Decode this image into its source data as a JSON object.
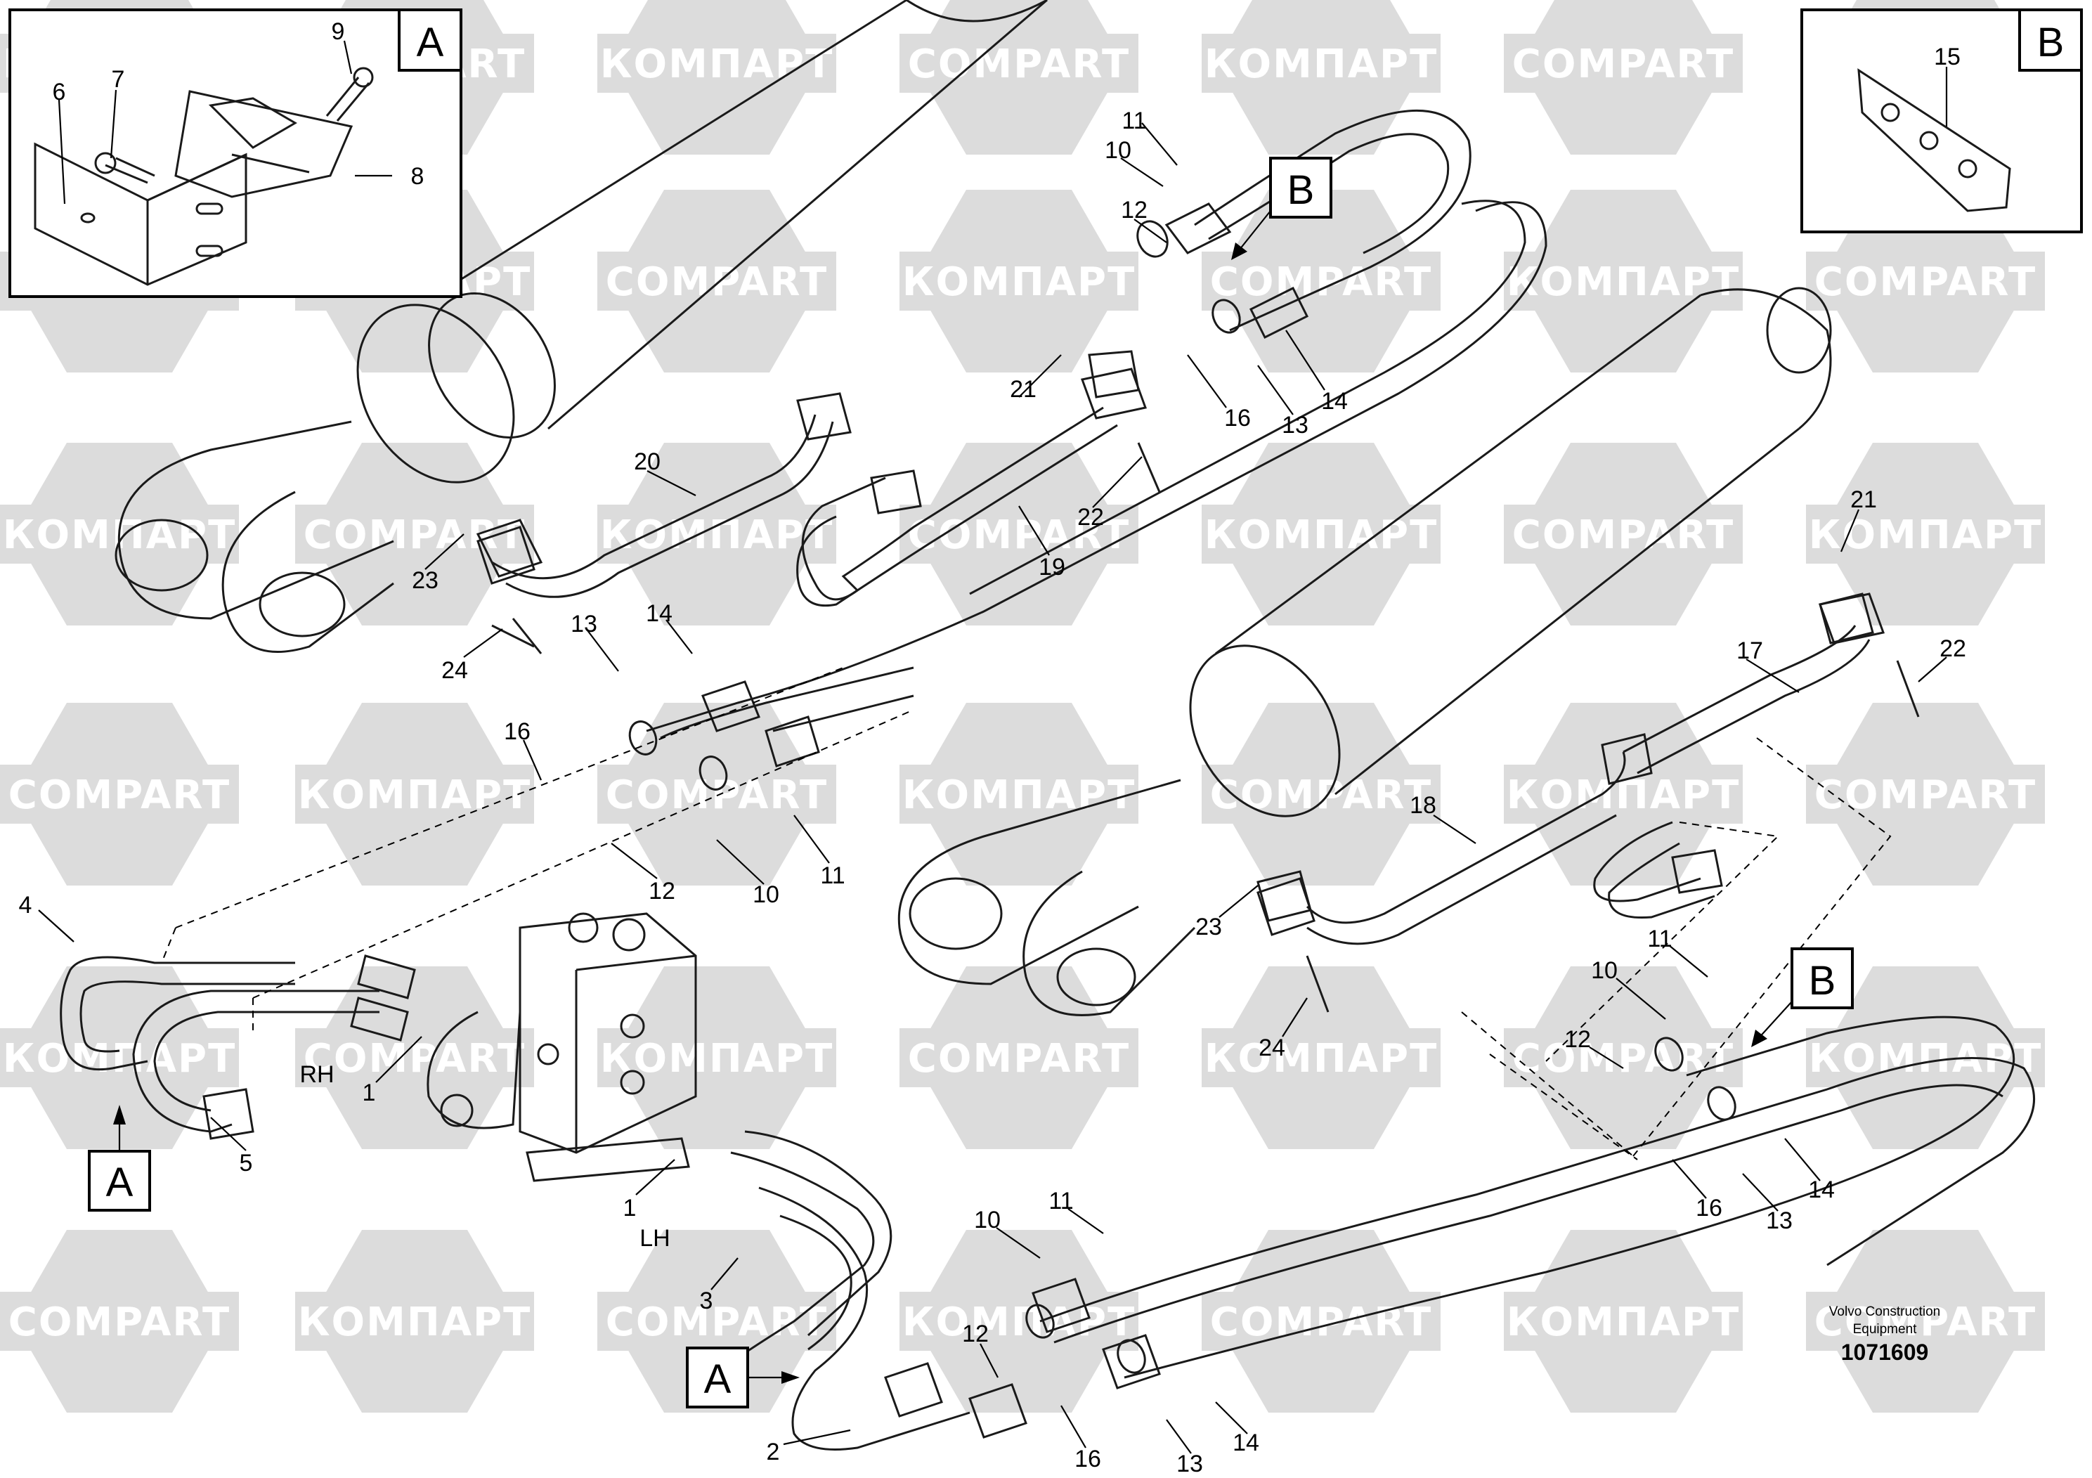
{
  "watermark": {
    "text_latin": "COMPART",
    "text_cyrillic": "КОМПАРТ",
    "color": "#dcdcdc"
  },
  "detail_views": [
    {
      "letter": "A",
      "callouts": [
        "6",
        "7",
        "8",
        "9"
      ]
    },
    {
      "letter": "B",
      "callouts": [
        "15"
      ]
    }
  ],
  "view_markers": [
    "B",
    "B",
    "A",
    "A"
  ],
  "side_labels": {
    "right": "RH",
    "left": "LH"
  },
  "callouts": [
    "20",
    "21",
    "23",
    "24",
    "19",
    "22",
    "16",
    "13",
    "14",
    "12",
    "10",
    "11",
    "13",
    "14",
    "16",
    "12",
    "11",
    "10",
    "4",
    "5",
    "1",
    "1",
    "3",
    "2",
    "17",
    "21",
    "22",
    "18",
    "23",
    "24",
    "11",
    "10",
    "12",
    "16",
    "13",
    "14",
    "11",
    "10",
    "12",
    "16",
    "13",
    "14"
  ],
  "footer": {
    "caption_line1": "Volvo Construction",
    "caption_line2": "Equipment",
    "document_number": "1071609"
  }
}
